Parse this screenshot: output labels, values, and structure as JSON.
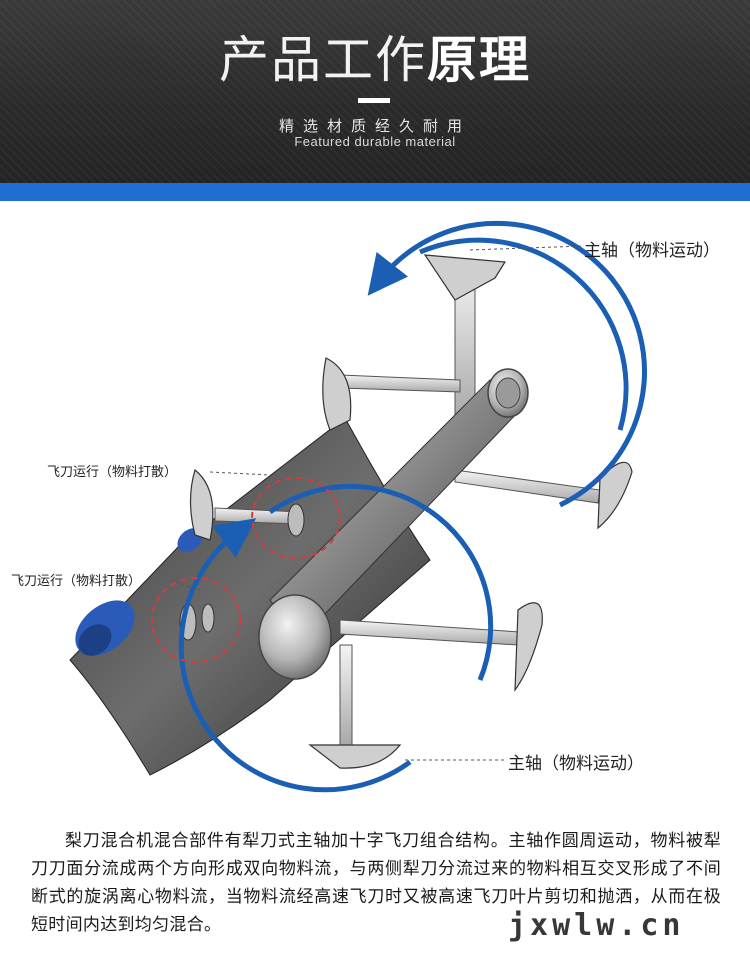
{
  "header": {
    "title_light": "产品工作",
    "title_bold": "原理",
    "subtitle_cn": "精选材质经久耐用",
    "subtitle_en": "Featured durable material"
  },
  "labels": {
    "main_shaft_top": "主轴（物料运动）",
    "main_shaft_bottom": "主轴（物料运动）",
    "fly_knife_1": "飞刀运行（物料打散）",
    "fly_knife_2": "飞刀运行（物料打散）"
  },
  "description": "梨刀混合机混合部件有犁刀式主轴加十字飞刀组合结构。主轴作圆周运动，物料被犁刀刀面分流成两个方向形成双向物料流，与两侧犁刀分流过来的物料相互交叉形成了不间断式的旋涡离心物料流，当物料流经高速飞刀时又被高速飞刀叶片剪切和抛洒，从而在极短时间内达到均匀混合。",
  "watermark": "jxwlw.cn",
  "colors": {
    "accent_blue": "#1f6fd1",
    "circle_blue": "#1a5fb4",
    "fly_circle_red": "#d83a3a"
  }
}
